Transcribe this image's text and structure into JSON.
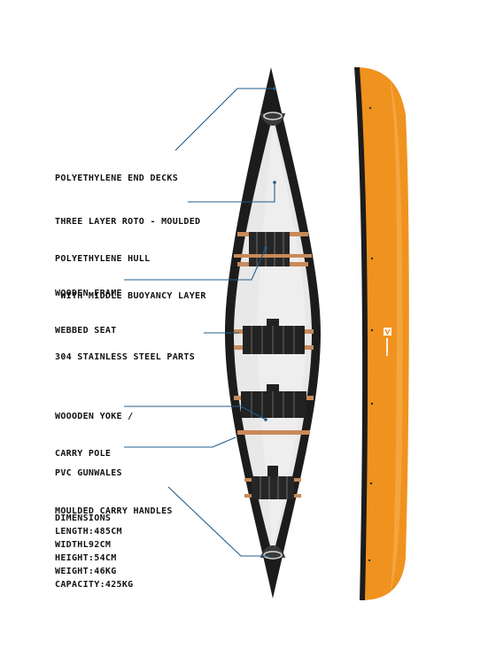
{
  "callouts": [
    {
      "id": "end-decks",
      "lines": [
        "POLYETHYLENE END DECKS"
      ]
    },
    {
      "id": "hull",
      "lines": [
        "THREE LAYER ROTO - MOULDED",
        "POLYETHYLENE HULL",
        " WITH MIDDLE BUOYANCY LAYER"
      ]
    },
    {
      "id": "seat",
      "lines": [
        "WOODEN FRAME",
        "WEBBED SEAT"
      ]
    },
    {
      "id": "steel",
      "lines": [
        "304 STAINLESS STEEL PARTS"
      ]
    },
    {
      "id": "yoke",
      "lines": [
        "WOOODEN YOKE /",
        "CARRY POLE"
      ]
    },
    {
      "id": "gunwales",
      "lines": [
        "PVC GUNWALES"
      ]
    },
    {
      "id": "handles",
      "lines": [
        "MOULDED CARRY HANDLES"
      ]
    }
  ],
  "dimensions": {
    "heading": "DIMENSIONS",
    "length": "LENGTH:485CM",
    "width": "WIDTHL92CM",
    "height": "HEIGHT:54CM",
    "weight": "WEIGHT:46KG",
    "capacity": "CAPACITY:425KG"
  },
  "colors": {
    "hull_orange": "#f0921e",
    "hull_black": "#1c1c1c",
    "interior": "#e9e9e9",
    "seat_black": "#222222",
    "wood": "#c98a58",
    "leader_line": "#1f5d8c"
  }
}
